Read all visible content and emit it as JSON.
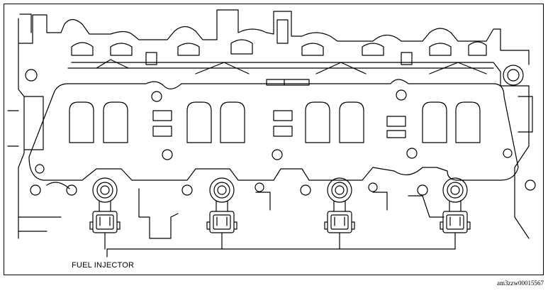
{
  "diagram": {
    "callout_label": "FUEL INJECTOR",
    "figure_id": "am3zzw00015567",
    "colors": {
      "line": "#000000",
      "background": "#ffffff"
    },
    "injectors": [
      {
        "id": "injector-1"
      },
      {
        "id": "injector-2"
      },
      {
        "id": "injector-3"
      },
      {
        "id": "injector-4"
      }
    ]
  }
}
